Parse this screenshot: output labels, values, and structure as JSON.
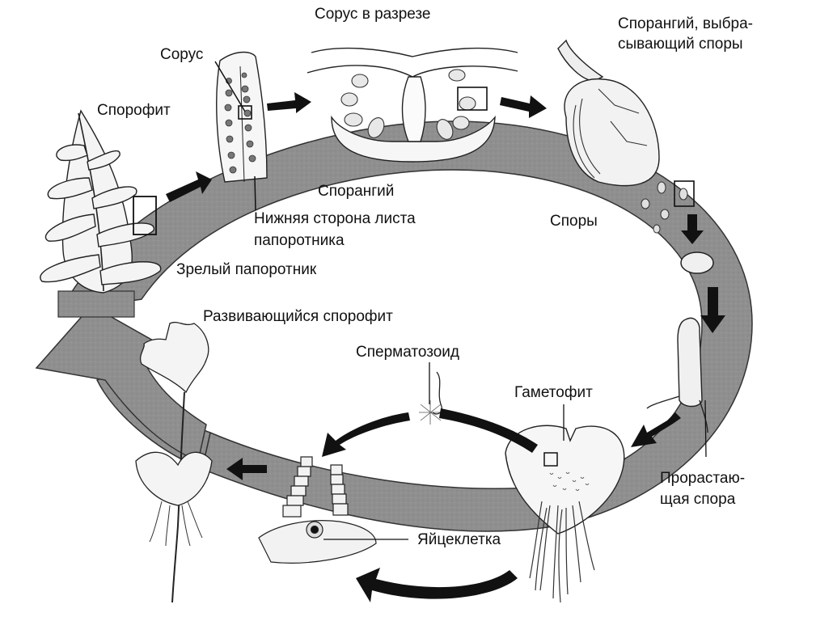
{
  "diagram": {
    "title": "Fern life cycle",
    "colors": {
      "ring": "#8f8f8f",
      "ring_edge": "#333333",
      "ink": "#111111",
      "paper": "#ffffff",
      "tissue": "#f2f2f2"
    },
    "labels": {
      "sorus_section": "Сорус в разрезе",
      "sporangium_release_line1": "Спорангий, выбра-",
      "sporangium_release_line2": "сывающий споры",
      "sorus": "Сорус",
      "sporophyte": "Спорофит",
      "sporangium": "Спорангий",
      "leaf_underside_line1": "Нижняя сторона листа",
      "leaf_underside_line2": "папоротника",
      "spores": "Споры",
      "mature_fern": "Зрелый папоротник",
      "developing_sporophyte": "Развивающийся спорофит",
      "spermatozoid": "Сперматозоид",
      "gametophyte": "Гаметофит",
      "germinating_spore_line1": "Прорастаю-",
      "germinating_spore_line2": "щая спора",
      "egg_cell": "Яйцеклетка"
    },
    "stages": [
      "Спорофит",
      "Сорус",
      "Сорус в разрезе",
      "Спорангий, выбрасывающий споры",
      "Споры",
      "Прорастающая спора",
      "Гаметофит",
      "Сперматозоид",
      "Яйцеклетка",
      "Развивающийся спорофит"
    ]
  }
}
